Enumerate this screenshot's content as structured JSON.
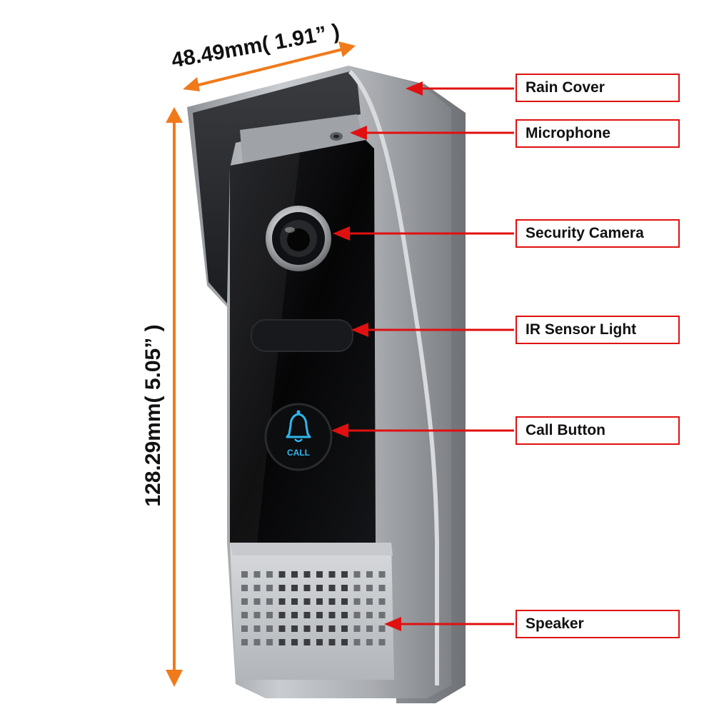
{
  "dimensions": {
    "width": "48.49mm( 1.91” )",
    "height": "128.29mm( 5.05” )"
  },
  "callouts": [
    {
      "id": "rain-cover",
      "label": "Rain Cover"
    },
    {
      "id": "microphone",
      "label": "Microphone"
    },
    {
      "id": "security-camera",
      "label": "Security Camera"
    },
    {
      "id": "ir-sensor-light",
      "label": "IR Sensor Light"
    },
    {
      "id": "call-button",
      "label": "Call Button"
    },
    {
      "id": "speaker",
      "label": "Speaker"
    }
  ],
  "device": {
    "button_text": "CALL",
    "button_icon": "bell-icon"
  },
  "colors": {
    "dimension_arrow": "#f07a1a",
    "callout_border": "#e01010",
    "callout_arrow": "#e01010",
    "panel": "#0a0a0c",
    "housing": "#b9bcc0",
    "bell_glow": "#2fb6ee"
  }
}
